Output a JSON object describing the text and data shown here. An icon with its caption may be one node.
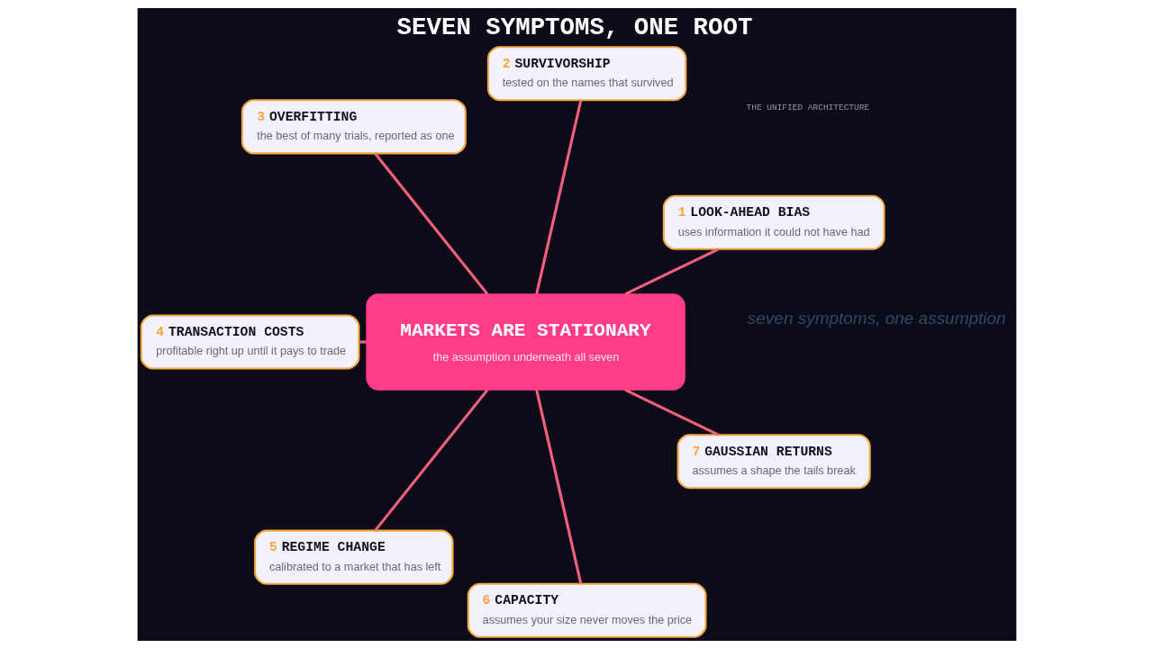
{
  "diagram": {
    "title": "SEVEN SYMPTOMS, ONE ROOT",
    "caption": "seven symptoms, one assumption",
    "nodes": [
      {
        "text": [
          "MARKETS ARE STATIONARY",
          "the assumption underneath all seven"
        ]
      },
      {
        "text": [
          "1",
          "LOOK-AHEAD BIAS",
          "uses information it could not have had"
        ]
      },
      {
        "text": [
          "2",
          "SURVIVORSHIP",
          "tested on the names that survived"
        ]
      },
      {
        "text": [
          "3",
          "OVERFITTING",
          "the best of many trials, reported as one"
        ]
      },
      {
        "text": [
          "4",
          "TRANSACTION COSTS",
          "profitable right up until it pays to trade"
        ]
      },
      {
        "text": [
          "5",
          "REGIME CHANGE",
          "calibrated to a market that has left"
        ]
      },
      {
        "text": [
          "6",
          "CAPACITY",
          "assumes your size never moves the price"
        ]
      },
      {
        "text": [
          "7",
          "GAUSSIAN RETURNS",
          "assumes a shape the tails break"
        ]
      }
    ],
    "edges": [
      {
        "from": 0,
        "to": 1,
        "arrow": "none"
      },
      {
        "from": 0,
        "to": 2,
        "arrow": "none"
      },
      {
        "from": 0,
        "to": 3,
        "arrow": "none"
      },
      {
        "from": 0,
        "to": 4,
        "arrow": "none"
      },
      {
        "from": 0,
        "to": 5,
        "arrow": "none"
      },
      {
        "from": 0,
        "to": 6,
        "arrow": "none"
      },
      {
        "from": 0,
        "to": 7,
        "arrow": "none"
      }
    ],
    "labels": [
      "THE UNIFIED ARCHITECTURE"
    ]
  }
}
